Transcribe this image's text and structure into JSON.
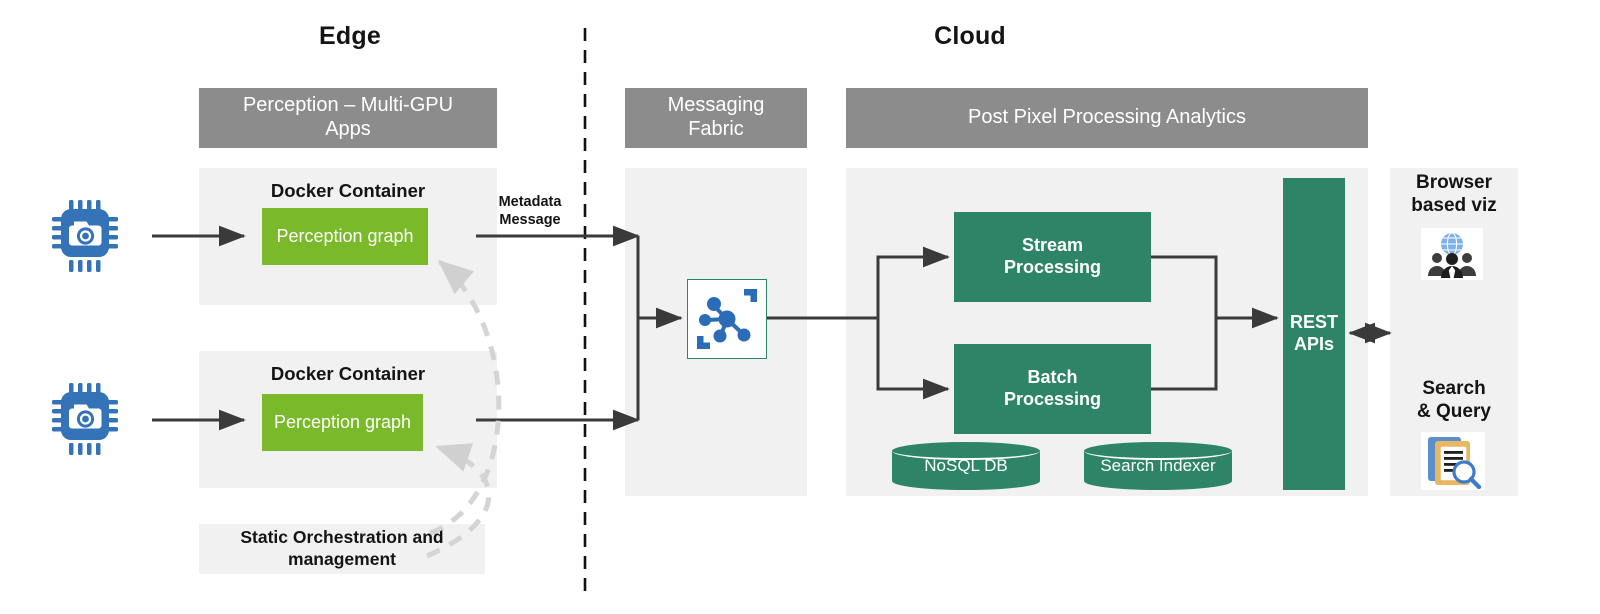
{
  "zones": {
    "edge_title": "Edge",
    "cloud_title": "Cloud"
  },
  "headers": {
    "perception": "Perception – Multi-GPU Apps",
    "messaging": "Messaging Fabric",
    "analytics": "Post Pixel Processing Analytics"
  },
  "edge": {
    "containers": [
      {
        "caption": "Docker Container",
        "box_label": "Perception graph"
      },
      {
        "caption": "Docker Container",
        "box_label": "Perception graph"
      }
    ],
    "orchestration": "Static Orchestration and management",
    "camera_icons": [
      "smart-camera-chip-icon",
      "smart-camera-chip-icon"
    ]
  },
  "flow": {
    "metadata_label": "Metadata Message"
  },
  "messaging": {
    "icon": "message-broker-network-icon"
  },
  "cloud": {
    "processing": [
      {
        "label": "Stream Processing"
      },
      {
        "label": "Batch Processing"
      }
    ],
    "stores": [
      {
        "label": "NoSQL DB"
      },
      {
        "label": "Search Indexer"
      }
    ],
    "api": {
      "label": "REST APIs"
    }
  },
  "consumers": [
    {
      "title": "Browser based viz",
      "icon": "globe-users-icon"
    },
    {
      "title": "Search & Query",
      "icon": "document-search-icon"
    }
  ],
  "colors": {
    "header_gray": "#8c8c8c",
    "panel_gray": "#f1f1f1",
    "green_light": "#7ab929",
    "green_dark": "#2e8467",
    "icon_blue": "#2b6cb8",
    "arrow_dark": "#3a3a3a",
    "dashed_gray": "#d4d4d4",
    "text_dark": "#141414"
  }
}
